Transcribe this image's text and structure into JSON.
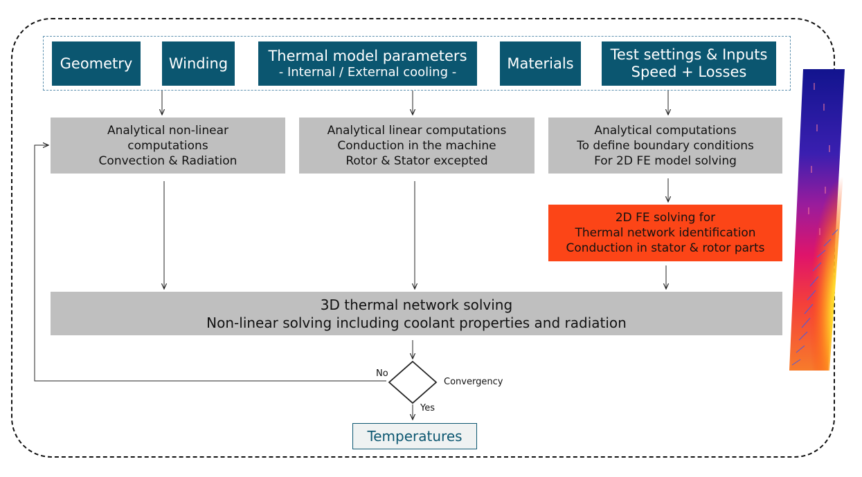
{
  "inputs": {
    "geometry": "Geometry",
    "winding": "Winding",
    "thermal_title": "Thermal model parameters",
    "thermal_sub": "- Internal / External cooling -",
    "materials": "Materials",
    "test_line1": "Test settings & Inputs",
    "test_line2": "Speed + Losses"
  },
  "analytical_nonlinear": {
    "line1": "Analytical non-linear",
    "line2": "computations",
    "line3": "Convection & Radiation"
  },
  "analytical_linear": {
    "line1": "Analytical linear computations",
    "line2": "Conduction in the machine",
    "line3": "Rotor & Stator excepted"
  },
  "analytical_boundary": {
    "line1": "Analytical computations",
    "line2": "To define boundary conditions",
    "line3": "For 2D FE model solving"
  },
  "fe_solving": {
    "line1": "2D FE solving for",
    "line2": "Thermal network identification",
    "line3": "Conduction in stator & rotor parts"
  },
  "network_solving": {
    "line1": "3D thermal network solving",
    "line2": "Non-linear solving including coolant properties and radiation"
  },
  "decision": {
    "label": "Convergency",
    "no": "No",
    "yes": "Yes"
  },
  "output": {
    "temperatures": "Temperatures"
  },
  "colors": {
    "teal": "#0b5670",
    "gray": "#bfbfbf",
    "orange": "#fc4517"
  }
}
